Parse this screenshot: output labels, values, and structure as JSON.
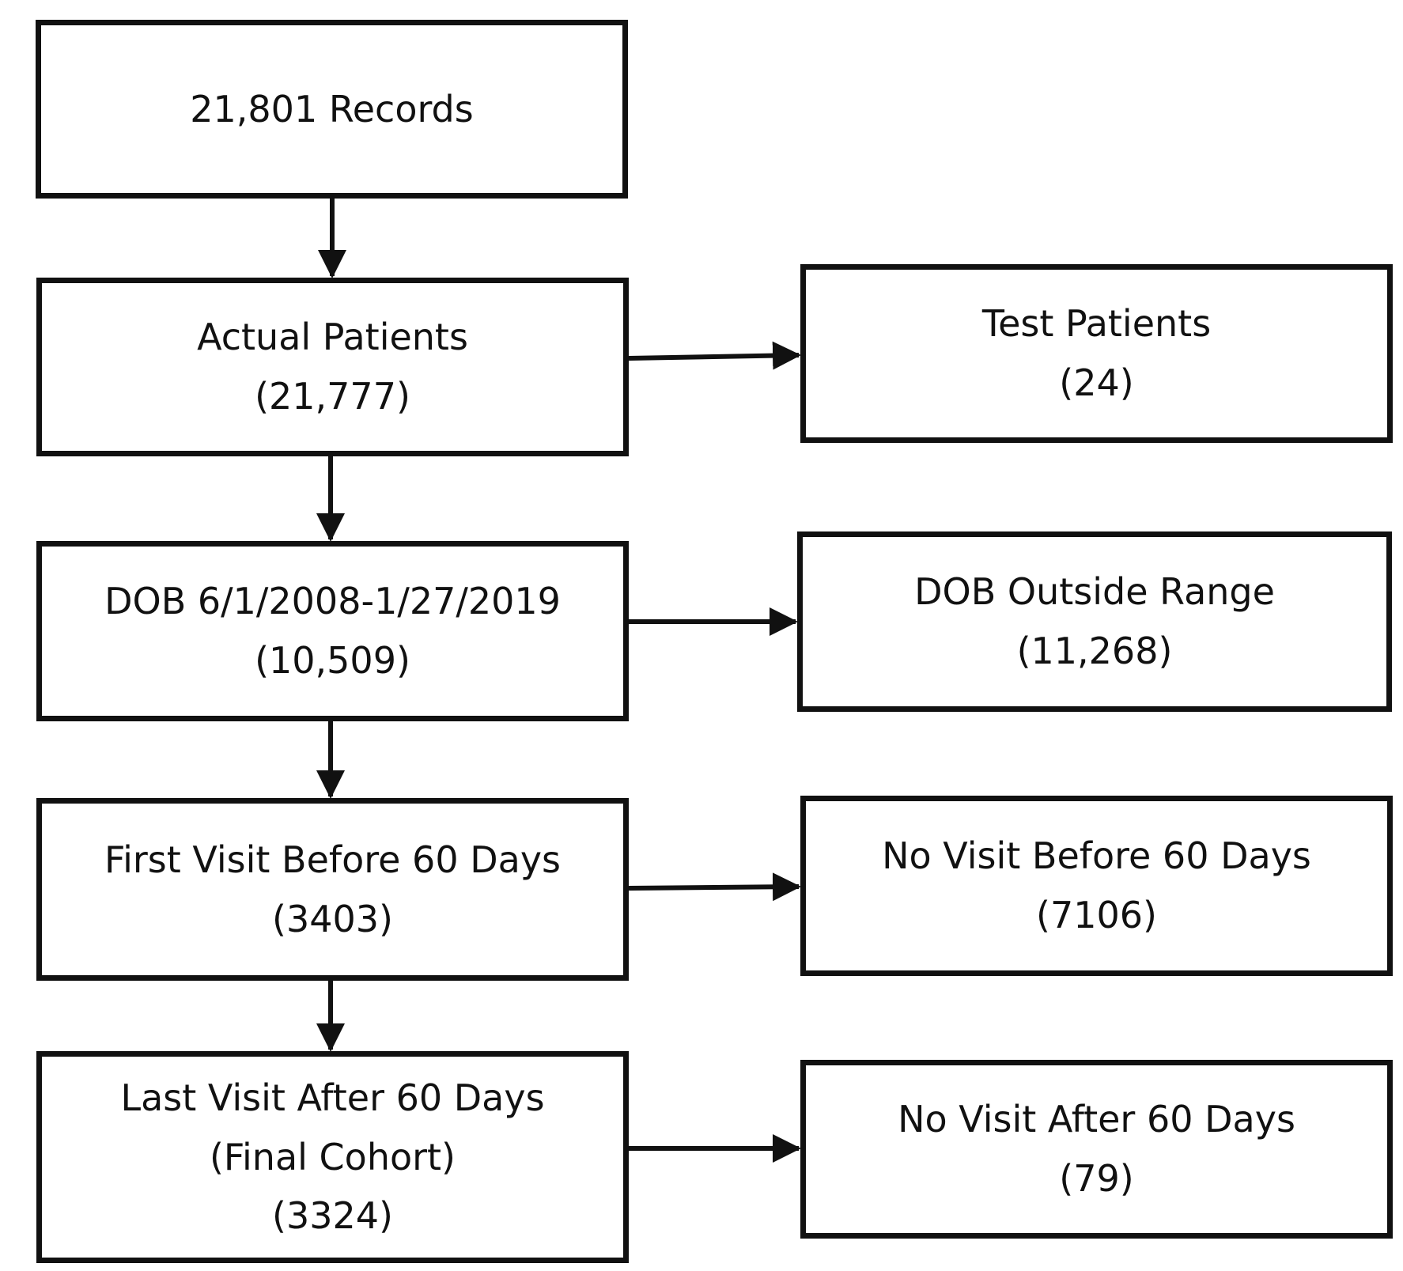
{
  "flowchart": {
    "main": [
      {
        "lines": [
          "21,801 Records"
        ]
      },
      {
        "lines": [
          "Actual Patients",
          "(21,777)"
        ]
      },
      {
        "lines": [
          "DOB 6/1/2008-1/27/2019",
          "(10,509)"
        ]
      },
      {
        "lines": [
          "First Visit Before 60 Days",
          "(3403)"
        ]
      },
      {
        "lines": [
          "Last Visit After 60 Days",
          "(Final Cohort)",
          "(3324)"
        ]
      }
    ],
    "excluded": [
      {
        "lines": [
          "Test Patients",
          "(24)"
        ]
      },
      {
        "lines": [
          "DOB Outside Range",
          "(11,268)"
        ]
      },
      {
        "lines": [
          "No Visit Before 60 Days",
          "(7106)"
        ]
      },
      {
        "lines": [
          "No Visit After 60 Days",
          "(79)"
        ]
      }
    ]
  }
}
